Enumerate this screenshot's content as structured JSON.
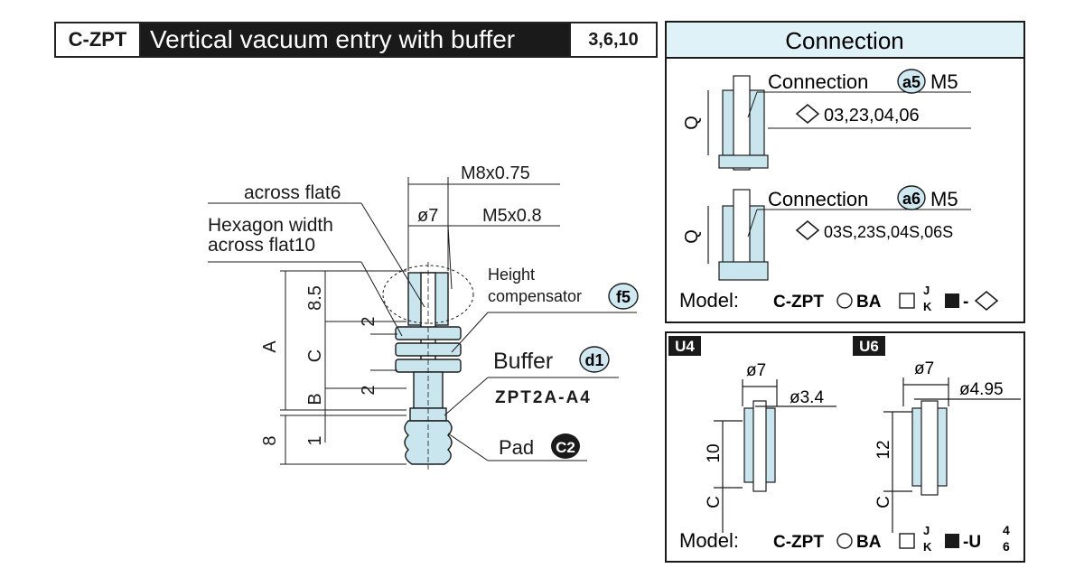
{
  "title": {
    "code": "C-ZPT",
    "text": "Vertical vacuum entry with buffer",
    "sizes": "3,6,10"
  },
  "main": {
    "labels": {
      "m8": "M8x0.75",
      "d7": "ø7",
      "m5": "M5x0.8",
      "flat6": "across flat6",
      "hex_line1": "Hexagon width",
      "hex_line2": "across flat10",
      "height_line1": "Height",
      "height_line2": "compensator",
      "height_badge": "f5",
      "buffer": "Buffer",
      "buffer_badge": "d1",
      "buffer_model": "ZPT2A-A4",
      "pad": "Pad",
      "pad_badge": "C2"
    },
    "dims": {
      "a": "A",
      "b": "B",
      "c": "C",
      "h85": "8.5",
      "two_top": "2",
      "two_bot": "2",
      "eight": "8",
      "one": "1"
    }
  },
  "connection": {
    "header": "Connection",
    "a5": {
      "text": "Connection",
      "badge": "a5",
      "thread": "M5",
      "codes": "03,23,04,06",
      "q": "Q"
    },
    "a6": {
      "text": "Connection",
      "badge": "a6",
      "thread": "M5",
      "codes": "03S,23S,04S,06S",
      "q": "Q"
    },
    "model": {
      "prefix": "Model:",
      "code": "C-ZPT",
      "ba": "BA",
      "j": "J",
      "k": "K",
      "dash": "-"
    }
  },
  "u_types": {
    "u4": {
      "tag": "U4",
      "d_outer": "ø7",
      "d_inner": "ø3.4",
      "height": "10",
      "c": "C"
    },
    "u6": {
      "tag": "U6",
      "d_outer": "ø7",
      "d_inner": "ø4.95",
      "height": "12",
      "c": "C"
    },
    "model": {
      "prefix": "Model:",
      "code": "C-ZPT",
      "ba": "BA",
      "j": "J",
      "k": "K",
      "dash": "-U",
      "n4": "4",
      "n6": "6"
    }
  },
  "colors": {
    "part": "#c9e6ee",
    "header": "#dff2f8",
    "badge": "#cfe9f2",
    "ink": "#1a1a1a"
  }
}
